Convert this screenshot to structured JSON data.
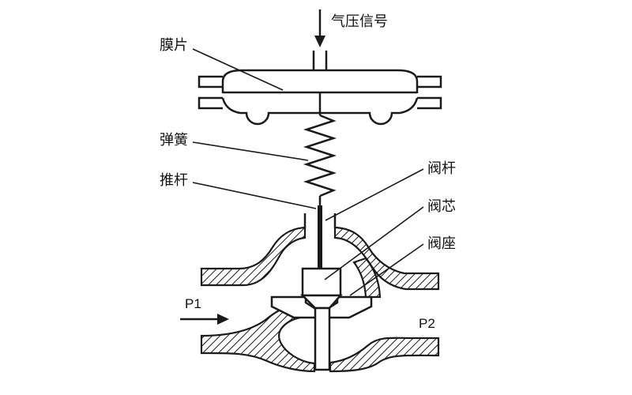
{
  "diagram": {
    "type": "pneumatic-control-valve-schematic",
    "background": "#ffffff",
    "line_color": "#1a1a1a",
    "labels": {
      "signal": "气压信号",
      "diaphragm": "膜片",
      "spring": "弹簧",
      "push_rod": "推杆",
      "valve_stem": "阀杆",
      "valve_plug": "阀芯",
      "valve_seat": "阀座",
      "inlet": "P1",
      "outlet": "P2"
    }
  }
}
